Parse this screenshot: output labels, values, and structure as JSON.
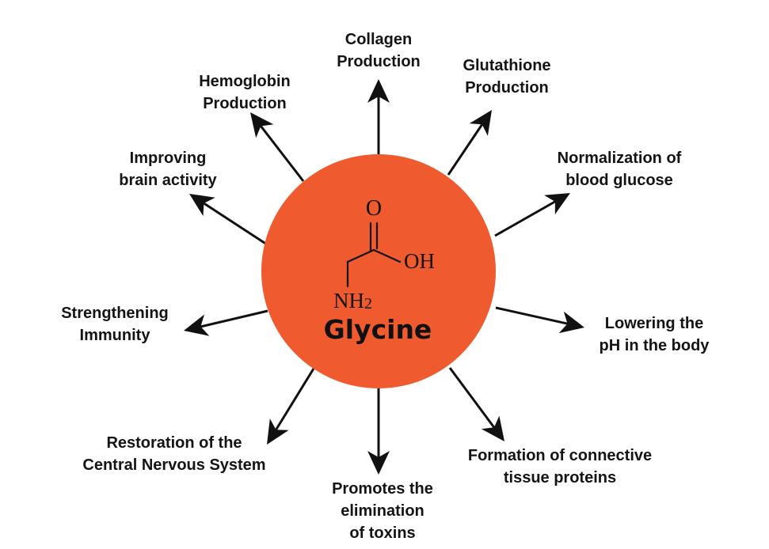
{
  "center": {
    "name": "Glycine",
    "formula": {
      "carbonyl_oxygen": "O",
      "hydroxyl": "OH",
      "amine": "NH",
      "amine_subscript": "2"
    },
    "circle_color": "#ef5a2e"
  },
  "arrow_color": "#111111",
  "benefits": [
    {
      "id": "collagen",
      "lines": [
        "Collagen",
        "Production"
      ]
    },
    {
      "id": "glutathione",
      "lines": [
        "Glutathione",
        "Production"
      ]
    },
    {
      "id": "glucose",
      "lines": [
        "Normalization of",
        "blood glucose"
      ]
    },
    {
      "id": "ph",
      "lines": [
        "Lowering the",
        "pH in the body"
      ]
    },
    {
      "id": "connective",
      "lines": [
        "Formation of connective",
        "tissue proteins"
      ]
    },
    {
      "id": "toxins",
      "lines": [
        "Promotes the",
        "elimination",
        "of toxins"
      ]
    },
    {
      "id": "cns",
      "lines": [
        "Restoration of the",
        "Central Nervous System"
      ]
    },
    {
      "id": "immunity",
      "lines": [
        "Strengthening",
        "Immunity"
      ]
    },
    {
      "id": "brain",
      "lines": [
        "Improving",
        "brain activity"
      ]
    },
    {
      "id": "hemoglobin",
      "lines": [
        "Hemoglobin",
        "Production"
      ]
    }
  ]
}
